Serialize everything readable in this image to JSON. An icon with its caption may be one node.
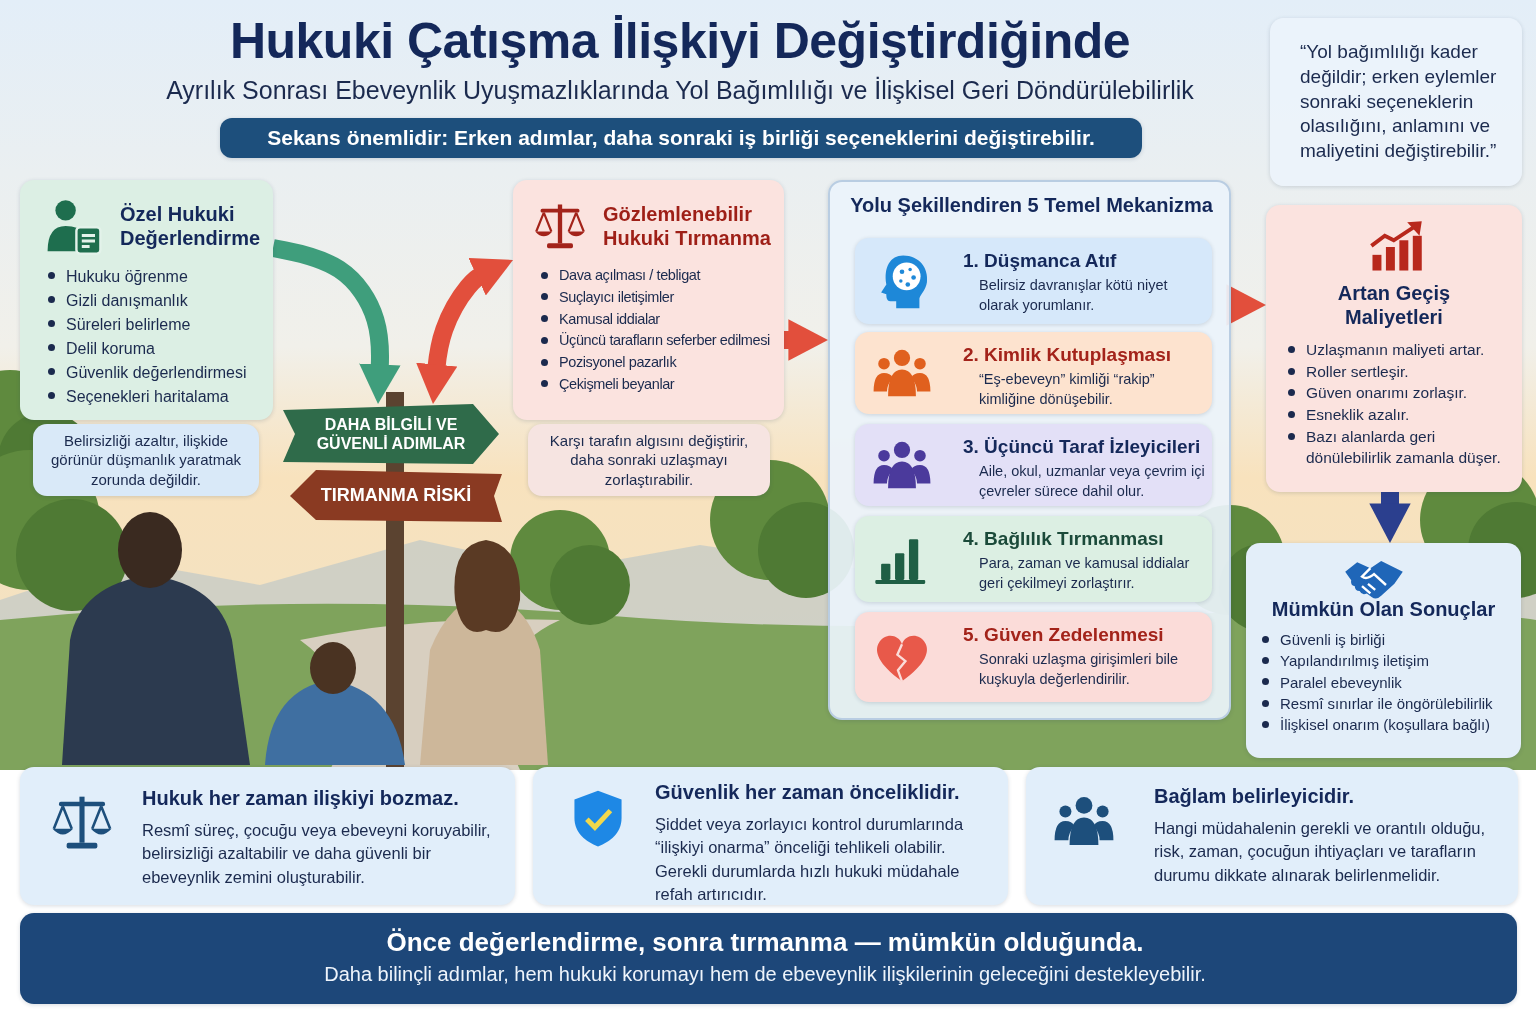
{
  "diagram": {
    "title": "Hukuki Çatışma İlişkiyi Değiştirdiğinde",
    "nodes": [
      {
        "text": [
          "Özel Hukuki Değerlendirme",
          "Hukuku öğrenme",
          "Gizli danışmanlık",
          "Süreleri belirleme",
          "Delil koruma",
          "Güvenlik değerlendirmesi",
          "Seçenekleri haritalama"
        ]
      },
      {
        "text": [
          "Belirsizliği azaltır, ilişkide görünür düşmanlık yaratmak zorunda değildir."
        ]
      },
      {
        "text": [
          "DAHA BİLGİLİ VE GÜVENLİ ADIMLAR"
        ]
      },
      {
        "text": [
          "TIRMANMA RİSKİ"
        ]
      },
      {
        "text": [
          "Gözlemlenebilir Hukuki Tırmanma",
          "Dava açılması / tebligat",
          "Suçlayıcı iletişimler",
          "Kamusal iddialar",
          "Üçüncü tarafların seferber edilmesi",
          "Pozisyonel pazarlık",
          "Çekişmeli beyanlar"
        ]
      },
      {
        "text": [
          "Karşı tarafın algısını değiştirir, daha sonraki uzlaşmayı zorlaştırabilir."
        ]
      },
      {
        "text": [
          "Yolu Şekillendiren 5 Temel Mekanizma"
        ]
      },
      {
        "text": [
          "1. Düşmanca Atıf",
          "Belirsiz davranışlar kötü niyet olarak yorumlanır."
        ],
        "in": 6
      },
      {
        "text": [
          "2. Kimlik Kutuplaşması",
          "“Eş-ebeveyn” kimliği “rakip” kimliğine dönüşebilir."
        ],
        "in": 6
      },
      {
        "text": [
          "3. Üçüncü Taraf İzleyicileri",
          "Aile, okul, uzmanlar veya çevrim içi çevreler sürece dahil olur."
        ],
        "in": 6
      },
      {
        "text": [
          "4. Bağlılık Tırmanması",
          "Para, zaman ve kamusal iddialar geri çekilmeyi zorlaştırır."
        ],
        "in": 6
      },
      {
        "text": [
          "5. Güven Zedelenmesi",
          "Sonraki uzlaşma girişimleri bile kuşkuyla değerlendirilir."
        ],
        "in": 6
      },
      {
        "text": [
          "“Yol bağımlılığı kader değildir; erken eylemler sonraki seçeneklerin olasılığını, anlamını ve maliyetini değiştirebilir.”"
        ]
      },
      {
        "text": [
          "Artan Geçiş Maliyetleri",
          "Uzlaşmanın maliyeti artar.",
          "Roller sertleşir.",
          "Güven onarımı zorlaşır.",
          "Esneklik azalır.",
          "Bazı alanlarda geri dönülebilirlik zamanla düşer."
        ]
      },
      {
        "text": [
          "Mümkün Olan Sonuçlar",
          "Güvenli iş birliği",
          "Yapılandırılmış iletişim",
          "Paralel ebeveynlik",
          "Resmî sınırlar ile öngörülebilirlik",
          "İlişkisel onarım (koşullara bağlı)"
        ]
      },
      {
        "text": [
          "Hukuk her zaman ilişkiyi bozmaz.",
          "Resmî süreç, çocuğu veya ebeveyni koruyabilir, belirsizliği azaltabilir ve daha güvenli bir ebeveynlik zemini oluşturabilir."
        ]
      },
      {
        "text": [
          "Güvenlik her zaman önceliklidir.",
          "Şiddet veya zorlayıcı kontrol durumlarında “ilişkiyi onarma” önceliği tehlikeli olabilir. Gerekli durumlarda hızlı hukuki müdahale refah artırıcıdır."
        ]
      },
      {
        "text": [
          "Bağlam belirleyicidir.",
          "Hangi müdahalenin gerekli ve orantılı olduğu, risk, zaman, çocuğun ihtiyaçları ve tarafların durumu dikkate alınarak belirlenmelidir."
        ]
      },
      {
        "text": [
          "Sekans önemlidir: Erken adımlar, daha sonraki iş birliği seçeneklerini değiştirebilir."
        ]
      },
      {
        "text": [
          "Önce değerlendirme, sonra tırmanma — mümkün olduğunda.",
          "Daha bilinçli adımlar, hem hukuki korumayı hem de ebeveynlik ilişkilerinin geleceğini destekleyebilir."
        ]
      }
    ],
    "edges": [
      {
        "from": 0,
        "to": 2,
        "arrow": "to",
        "color": "#3f9e7c"
      },
      {
        "from": 4,
        "to": 2,
        "arrow": "both"
      },
      {
        "from": 4,
        "to": 6,
        "arrow": "to"
      },
      {
        "from": 6,
        "to": 13,
        "arrow": "to"
      },
      {
        "from": 13,
        "to": 14,
        "arrow": "to",
        "color": "#2b3f8e"
      }
    ],
    "labels": [
      "Ayrılık Sonrası Ebeveynlik Uyuşmazlıklarında Yol Bağımlılığı ve İlişkisel Geri Döndürülebilirlik"
    ]
  }
}
